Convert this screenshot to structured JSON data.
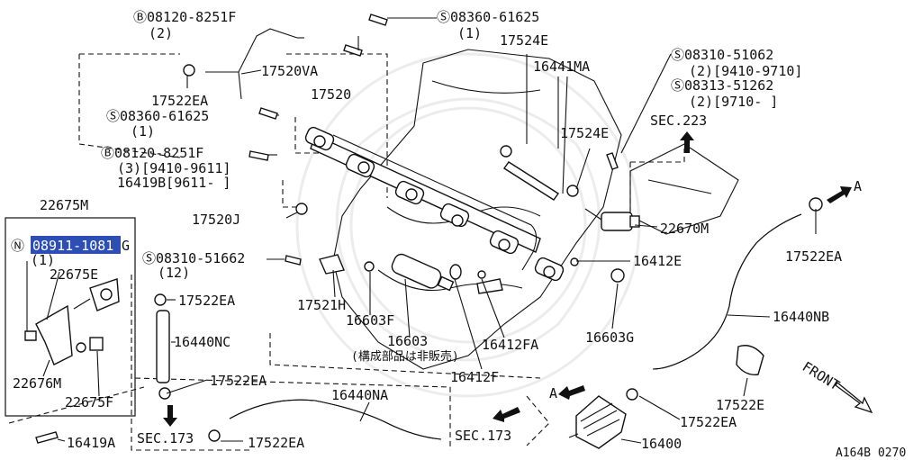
{
  "labels": {
    "b_08120_8251f_top": "Ⓑ08120-8251F",
    "b_08120_8251f_top_qty": "(2)",
    "s_08360_61625_top": "Ⓢ08360-61625",
    "s_08360_61625_top_qty": "(1)",
    "p17524e_top": "17524E",
    "p16441ma": "16441MA",
    "s_08310_51062": "Ⓢ08310-51062",
    "s_08310_51062_qty": "(2)[9410-9710]",
    "s_08313_51262": "Ⓢ08313-51262",
    "s_08313_51262_qty": "(2)[9710-     ]",
    "p17520va": "17520VA",
    "p17522ea_top": "17522EA",
    "p17520": "17520",
    "s_08360_61625_mid": "Ⓢ08360-61625",
    "s_08360_61625_mid_qty": "(1)",
    "sec223": "SEC.223",
    "p17524e_right": "17524E",
    "b_08120_8251f_mid": "Ⓑ08120-8251F",
    "b_08120_8251f_mid_qty": "(3)[9410-9611]",
    "p16419b": "16419B[9611-    ]",
    "p22675m": "22675M",
    "p17520j": "17520J",
    "p22670m": "22670M",
    "arrow_a_top": "A",
    "n_08911_1081g_circle": "Ⓝ",
    "n_08911_1081g_code": "08911-1081",
    "n_08911_1081g_suffix": "G",
    "n_08911_1081g_qty": "(1)",
    "p22675e": "22675E",
    "s_08310_51662": "Ⓢ08310-51662",
    "s_08310_51662_qty": "(12)",
    "p16412e": "16412E",
    "p17522ea_right": "17522EA",
    "p17522ea_mid": "17522EA",
    "p17521h": "17521H",
    "p16603f": "16603F",
    "p16603": "16603",
    "p16603_note": "(構成部品は非販売)",
    "p16412fa": "16412FA",
    "p16603g": "16603G",
    "p16440nb": "16440NB",
    "p16440nc": "16440NC",
    "p16412f": "16412F",
    "p22676m": "22676M",
    "p22675f": "22675F",
    "p17522ea_lower": "17522EA",
    "p16440na": "16440NA",
    "arrow_a_bottom": "A",
    "p17522e": "17522E",
    "front": "FRONT",
    "sec173_left": "SEC.173",
    "sec173_mid": "SEC.173",
    "p17522ea_bottom_right": "17522EA",
    "p17522ea_bottom": "17522EA",
    "p16400": "16400",
    "p16419a": "16419A",
    "figure_code": "A164B 0270"
  },
  "highlight_color": "#2d4fb5"
}
